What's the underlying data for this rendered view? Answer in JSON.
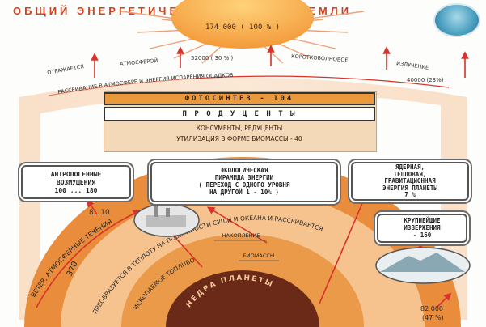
{
  "title": "ОБЩИЙ  ЭНЕРГЕТИЧЕСКИЙ  БАЛАНС  ЗЕМЛИ",
  "sun_total": "174 000  ( 100  % )",
  "reflected": "ОТРАЖАЕТСЯ",
  "atmosphere": "АТМОСФЕРОЙ",
  "shortwave_value": "52000  ( 30 % )",
  "shortwave_label": "КОРОТКОВОЛНОВОЕ",
  "radiation": "ИЗЛУЧЕНИЕ",
  "scattering": "РАССЕИВАНИЕ  В  АТМОСФЕРЕ  И  ЭНЕРГИЯ  ИСПАРЕНИЯ  ОСАДКОВ",
  "scattering_value": "40000 (23%)",
  "photosynthesis": "ФОТОСИНТЕЗ - 104",
  "producers": "П Р О Д У Ц Е Н Т Ы",
  "consumers_line1": "КОНСУМЕНТЫ,  РЕДУЦЕНТЫ",
  "consumers_line2": "УТИЛИЗАЦИЯ  В  ФОРМЕ  БИОМАССЫ  -  40",
  "anthro_line1": "АНТРОПОГЕННЫЕ",
  "anthro_line2": "ВОЗМУЩЕНИЯ",
  "anthro_line3": "100 ... 180",
  "pyramid_line1": "ЭКОЛОГИЧЕСКАЯ",
  "pyramid_line2": "ПИРАМИДА  ЭНЕРГИИ",
  "pyramid_line3": "( ПЕРЕХОД  С  ОДНОГО  УРОВНЯ",
  "pyramid_line4": "НА  ДРУГОЙ  1 - 10% )",
  "nuclear_line1": "ЯДЕРНАЯ,",
  "nuclear_line2": "ТЕПЛОВАЯ,",
  "nuclear_line3": "ГРАВИТАЦИОННАЯ",
  "nuclear_line4": "ЭНЕРГИЯ  ПЛАНЕТЫ",
  "nuclear_line5": "7 %",
  "eruptions_line1": "КРУПНЕЙШИЕ",
  "eruptions_line2": "ИЗВЕРЖЕНИЯ",
  "eruptions_line3": "- 160",
  "factory_value": "8...10",
  "wind_arc": "ВЕТЕР,  АТМОСФЕРНЫЕ  ТЕЧЕНИЯ",
  "wind_value": "370",
  "transform_arc": "ПРЕОБРАЗУЕТСЯ  В  ТЕПЛОТУ  НА  ПОВЕРХНОСТИ  СУШИ  И  ОКЕАНА  И  РАССЕИВАЕТСЯ",
  "accumulation_line1": "НАКОПЛЕНИЕ",
  "accumulation_line2": "БИОМАССЫ",
  "fossil_arc": "ИСКОПАЕМОЕ  ТОПЛИВО",
  "core_arc": "НЕДРА  ПЛАНЕТЫ",
  "total_out_value": "82 000",
  "total_out_percent": "(47 %)",
  "colors": {
    "title": "#d2401c",
    "sun": "#f7b24a",
    "ray": "#f0a07a",
    "arrow": "#d8322a",
    "band": "#f2b98c",
    "earth_outer": "#e98c3c",
    "earth_mid": "#f6c28e",
    "core": "#6b2a18"
  }
}
